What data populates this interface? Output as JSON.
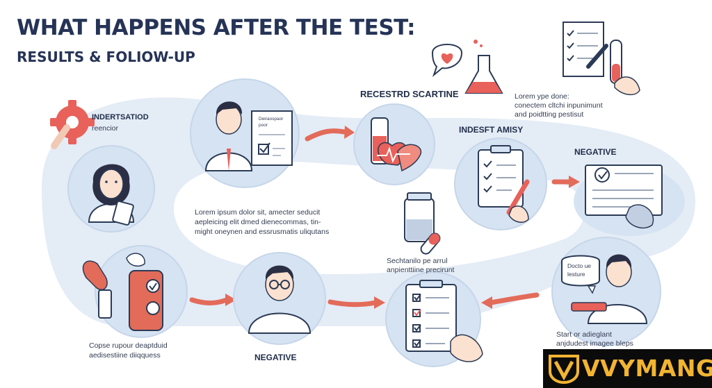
{
  "header": {
    "title": "WHAT HAPPENS AFTER THE TEST:",
    "subtitle": "RESULTS & FOLIOW-UP"
  },
  "labels": {
    "understand": "INDERTSATIOD",
    "understand_sub": "reencior",
    "record": "RECESTRD SCARTINE",
    "indesft": "INDESFT AMISY",
    "negative_right": "NEGATIVE",
    "negative_bottom": "NEGATIVE"
  },
  "texts": {
    "lorem_center_1": "Lorem ipsum dolor sit, amecter seducit",
    "lorem_center_2": "aepleicing elit dmed dienecommas, tin-",
    "lorem_center_3": "might oneynen and essrusmatis uliqutans",
    "lorem_top_right_1": "Lorem ype done:",
    "lorem_top_right_2": "conectem cltchi inpunimunt",
    "lorem_top_right_3": "and poidtting pestisut",
    "sechtanilo_1": "Sechtanilo pe arrul",
    "sechtanilo_2": "anpienttiine precirunt",
    "cope_1": "Copse rupour deaptduid",
    "cope_2": "aedisestiine diiqquess",
    "start_1": "Start or adieglant",
    "start_2": "anjdudest imagee bleps",
    "bubble_1": "Docto ue",
    "bubble_2": "lesture",
    "doc_card_1": "Deiraospaor",
    "doc_card_2": "poor"
  },
  "watermark": {
    "text": "VVYMANGA"
  },
  "colors": {
    "navy": "#253356",
    "light_blue": "#d6e3f2",
    "band": "#e4ecf6",
    "arrow": "#e36b5a",
    "heart": "#e8615a",
    "watermark_gold": "#f2b431"
  }
}
